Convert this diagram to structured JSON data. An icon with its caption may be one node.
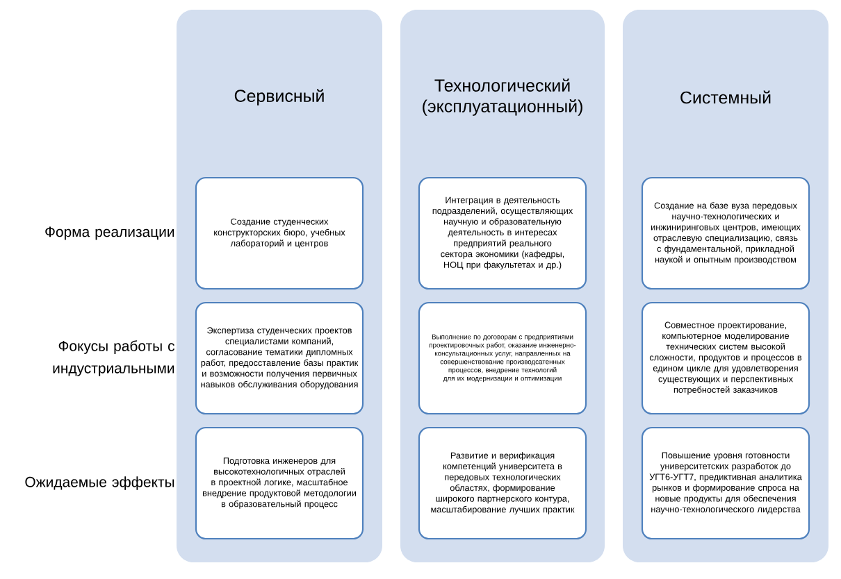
{
  "diagram": {
    "nodes": [
      {
        "text": [
          "Сервисный"
        ]
      },
      {
        "text": [
          "Создание студенческих конструкторских бюро, учебных лабораторий и центров"
        ],
        "in": 0
      },
      {
        "text": [
          "Экспертиза студенческих проектов специалистами компаний, согласование тематики дипломных работ, предосставление базы практик и возможности получения первичных навыков обслуживания оборудования"
        ],
        "in": 0
      },
      {
        "text": [
          "Подготовка инженеров для высокотехнологичных отраслей в проектной логике, масштабное внедрение продуктовой методологии в образовательный процесс"
        ],
        "in": 0
      },
      {
        "text": [
          "Технологический (эксплуатационный)"
        ]
      },
      {
        "text": [
          "Интеграция в деятельность подразделений, осуществляющих научную и образовательную деятельность в интересах предприятий реального сектора экономики (кафедры, НОЦ при факультетах и др.)"
        ],
        "in": 4
      },
      {
        "text": [
          "Выполнение по договорам с предприятиями проектировочных работ, оказание инженерно-консультационных услуг, направленных на совершенствование производсатенных процессов, внедрение технологий для их модернизации и оптимизации"
        ],
        "in": 4
      },
      {
        "text": [
          "Развитие и верификация компетенций университета в передовых технологических областях, формирование широкого партнерского контура, масштабирование лучших практик"
        ],
        "in": 4
      },
      {
        "text": [
          "Системный"
        ]
      },
      {
        "text": [
          "Создание на базе вуза передовых научно-технологических и инжиниринговых центров, имеющих отраслевую специализацию, связь с фундаментальной, прикладной наукой и опытным производством"
        ],
        "in": 8
      },
      {
        "text": [
          "Совместное проектирование, компьютерное моделирование технических систем высокой сложности, продуктов и процессов в едином цикле для удовлетворения существующих и перспективных потребностей заказчиков"
        ],
        "in": 8
      },
      {
        "text": [
          "Повышение уровня готовности университетских разработок до УГТ6-УГТ7, предиктивная аналитика рынков и формирование спроса на новые продукты для обеспечения научно-технологического лидерства"
        ],
        "in": 8
      }
    ],
    "labels": [
      "Форма реализации",
      "Фокусы работы с индустриальными",
      "Ожидаемые эффекты"
    ]
  }
}
